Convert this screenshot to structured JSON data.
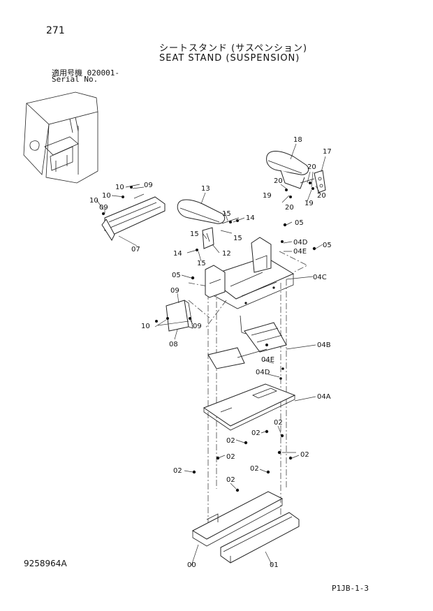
{
  "header": {
    "page_number": "271",
    "title_jp": "シートスタンド (サスペンション)",
    "title_en": "SEAT STAND (SUSPENSION)",
    "serial_label_jp": "適用号機 020001-",
    "serial_label_en": "Serial No."
  },
  "footer": {
    "drawing_number": "9258964A",
    "sheet_code": "P1JB-1-3"
  },
  "callouts": [
    {
      "id": "c-18",
      "text": "18"
    },
    {
      "id": "c-17",
      "text": "17"
    },
    {
      "id": "c-20a",
      "text": "20"
    },
    {
      "id": "c-20b",
      "text": "20"
    },
    {
      "id": "c-20c",
      "text": "20"
    },
    {
      "id": "c-20d",
      "text": "20"
    },
    {
      "id": "c-19a",
      "text": "19"
    },
    {
      "id": "c-19b",
      "text": "19"
    },
    {
      "id": "c-13",
      "text": "13"
    },
    {
      "id": "c-15a",
      "text": "15"
    },
    {
      "id": "c-14a",
      "text": "14"
    },
    {
      "id": "c-15b",
      "text": "15"
    },
    {
      "id": "c-15c",
      "text": "15"
    },
    {
      "id": "c-15d",
      "text": "15"
    },
    {
      "id": "c-14b",
      "text": "14"
    },
    {
      "id": "c-12",
      "text": "12"
    },
    {
      "id": "c-10a",
      "text": "10"
    },
    {
      "id": "c-09a",
      "text": "09"
    },
    {
      "id": "c-10b",
      "text": "10"
    },
    {
      "id": "c-10c",
      "text": "10"
    },
    {
      "id": "c-09b",
      "text": "09"
    },
    {
      "id": "c-07",
      "text": "07"
    },
    {
      "id": "c-05a",
      "text": "05"
    },
    {
      "id": "c-04Da",
      "text": "04D"
    },
    {
      "id": "c-04Ea",
      "text": "04E"
    },
    {
      "id": "c-05b",
      "text": "05"
    },
    {
      "id": "c-04C",
      "text": "04C"
    },
    {
      "id": "c-05c",
      "text": "05"
    },
    {
      "id": "c-09c",
      "text": "09"
    },
    {
      "id": "c-10d",
      "text": "10"
    },
    {
      "id": "c-09d",
      "text": "09"
    },
    {
      "id": "c-08",
      "text": "08"
    },
    {
      "id": "c-04B",
      "text": "04B"
    },
    {
      "id": "c-04Eb",
      "text": "04E"
    },
    {
      "id": "c-04Db",
      "text": "04D"
    },
    {
      "id": "c-04A",
      "text": "04A"
    },
    {
      "id": "c-02a",
      "text": "02"
    },
    {
      "id": "c-02b",
      "text": "02"
    },
    {
      "id": "c-02c",
      "text": "02"
    },
    {
      "id": "c-02d",
      "text": "02"
    },
    {
      "id": "c-02e",
      "text": "02"
    },
    {
      "id": "c-02f",
      "text": "02"
    },
    {
      "id": "c-02g",
      "text": "02"
    },
    {
      "id": "c-02h",
      "text": "02"
    },
    {
      "id": "c-00",
      "text": "00"
    },
    {
      "id": "c-01",
      "text": "01"
    }
  ]
}
